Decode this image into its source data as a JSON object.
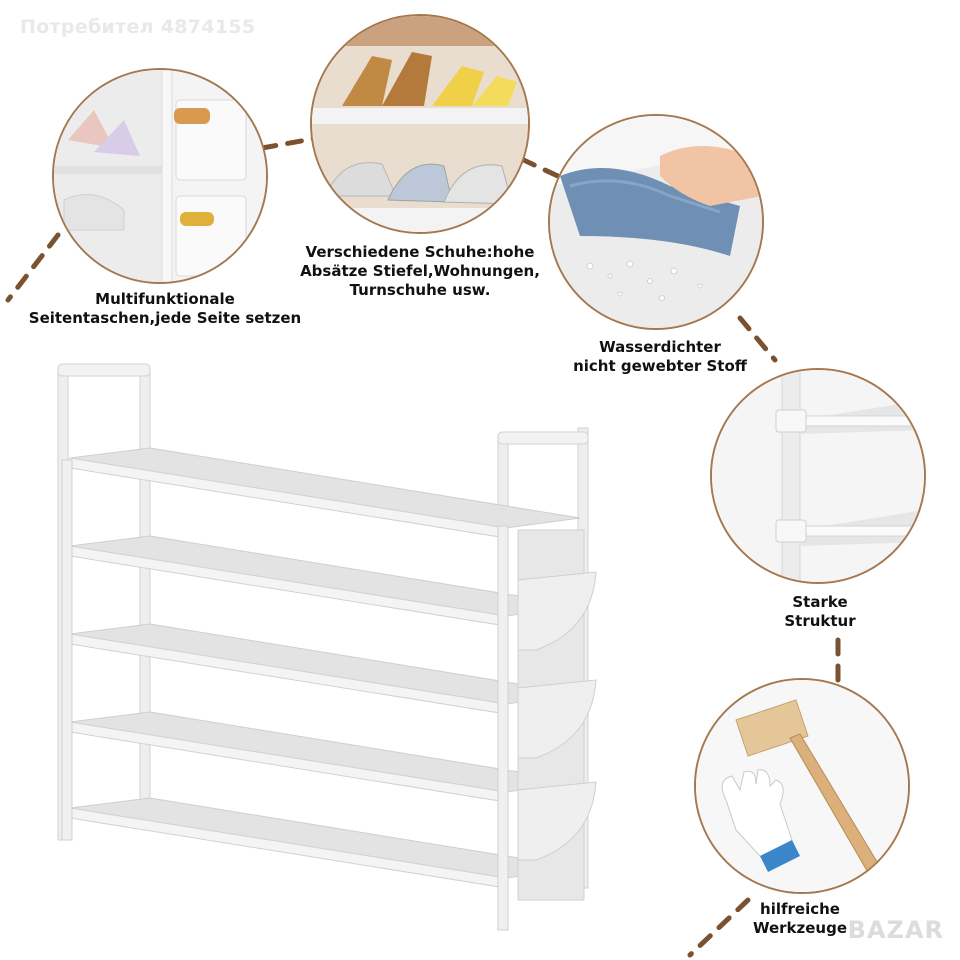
{
  "watermark": "Потребител 4874155",
  "brand": "BAZAR",
  "features": {
    "side_pockets": {
      "line1": "Multifunktionale",
      "line2": "Seitentaschen,jede Seite setzen"
    },
    "shoes": {
      "line1": "Verschiedene Schuhe:hohe",
      "line2": "Absätze Stiefel,Wohnungen,",
      "line3": "Turnschuhe usw."
    },
    "fabric": {
      "line1": "Wasserdichter",
      "line2": "nicht gewebter Stoff"
    },
    "structure": {
      "line1": "Starke",
      "line2": "Struktur"
    },
    "tools": {
      "line1": "hilfreiche",
      "line2": "Werkzeuge"
    }
  },
  "colors": {
    "accent": "#a5784f",
    "frame": "#e8e8e8",
    "shelf": "#e2e2e2"
  }
}
